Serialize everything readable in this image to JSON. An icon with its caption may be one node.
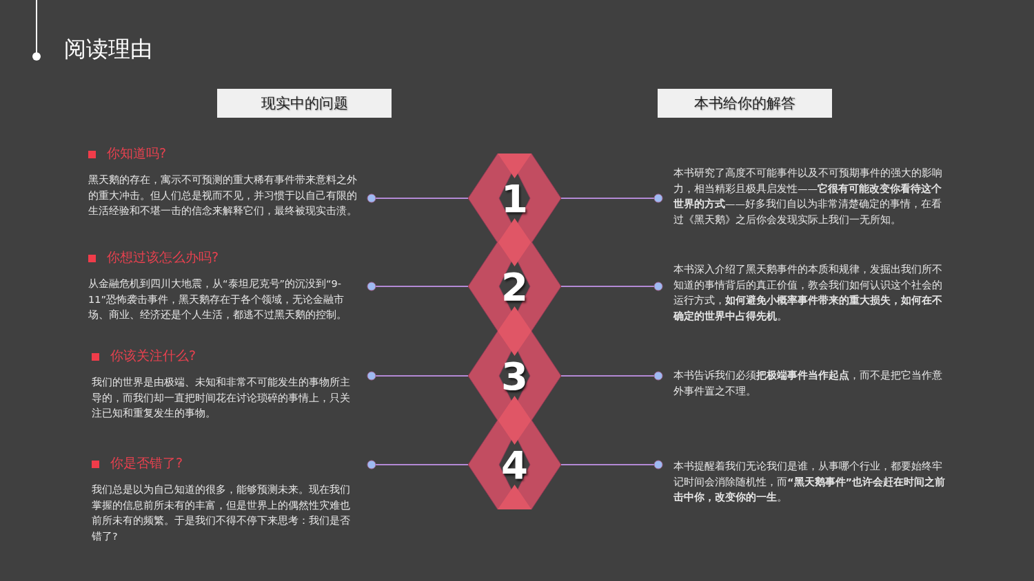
{
  "diagram": {
    "title": "阅读理由",
    "nodes": [
      {
        "text": [
          "现实中的问题"
        ]
      },
      {
        "text": [
          "本书给你的解答"
        ]
      },
      {
        "text": [
          "1"
        ]
      },
      {
        "text": [
          "2"
        ]
      },
      {
        "text": [
          "3"
        ]
      },
      {
        "text": [
          "4"
        ]
      },
      {
        "text": [
          "你知道吗?",
          "黑天鹅的存在，寓示不可预测的重大稀有事件带来意料之外的重大冲击。但人们总是视而不见，并习惯于以自己有限的生活经验和不堪一击的信念来解释它们，最终被现实击溃。"
        ]
      },
      {
        "text": [
          "你想过该怎么办吗?",
          "从金融危机到四川大地震，从“泰坦尼克号”的沉没到“9-11”恐怖袭击事件，黑天鹅存在于各个领域，无论金融市场、商业、经济还是个人生活，都逃不过黑天鹅的控制。"
        ]
      },
      {
        "text": [
          "你该关注什么?",
          "我们的世界是由极端、未知和非常不可能发生的事物所主导的，而我们却一直把时间花在讨论琐碎的事情上，只关注已知和重复发生的事物。"
        ]
      },
      {
        "text": [
          "你是否错了?",
          "我们总是以为自己知道的很多，能够预测未来。现在我们掌握的信息前所未有的丰富，但是世界上的偶然性灾难也前所未有的频繁。于是我们不得不停下来思考：我们是否错了?"
        ]
      },
      {
        "text": [
          "本书研究了高度不可能事件以及不可预期事件的强大的影响力，相当精彩且极具启发性——**它很有可能改变你看待这个世界的方式**——好多我们自以为非常清楚确定的事情，在看过《黑天鹅》之后你会发现实际上我们一无所知。"
        ]
      },
      {
        "text": [
          "本书深入介绍了黑天鹅事件的本质和规律，发掘出我们所不知道的事情背后的真正价值，教会我们如何认识这个社会的运行方式，**如何避免小概率事件带来的重大损失，如何在不确定的世界中占得先机**。"
        ]
      },
      {
        "text": [
          "本书告诉我们必须**把极端事件当作起点**，而不是把它当作意外事件置之不理。"
        ]
      },
      {
        "text": [
          "本书提醒着我们无论我们是谁，从事哪个行业，都要始终牢记时间会消除随机性，而**“黑天鹅事件”也许会赶在时间之前击中你，改变你的一生**。"
        ]
      }
    ],
    "edges": [
      {
        "from": 2,
        "to": 6,
        "arrow": "other"
      },
      {
        "from": 2,
        "to": 10,
        "arrow": "other"
      },
      {
        "from": 3,
        "to": 7,
        "arrow": "other"
      },
      {
        "from": 3,
        "to": 11,
        "arrow": "other"
      },
      {
        "from": 4,
        "to": 8,
        "arrow": "other"
      },
      {
        "from": 4,
        "to": 12,
        "arrow": "other"
      },
      {
        "from": 5,
        "to": 9,
        "arrow": "other"
      },
      {
        "from": 5,
        "to": 13,
        "arrow": "other"
      }
    ]
  }
}
